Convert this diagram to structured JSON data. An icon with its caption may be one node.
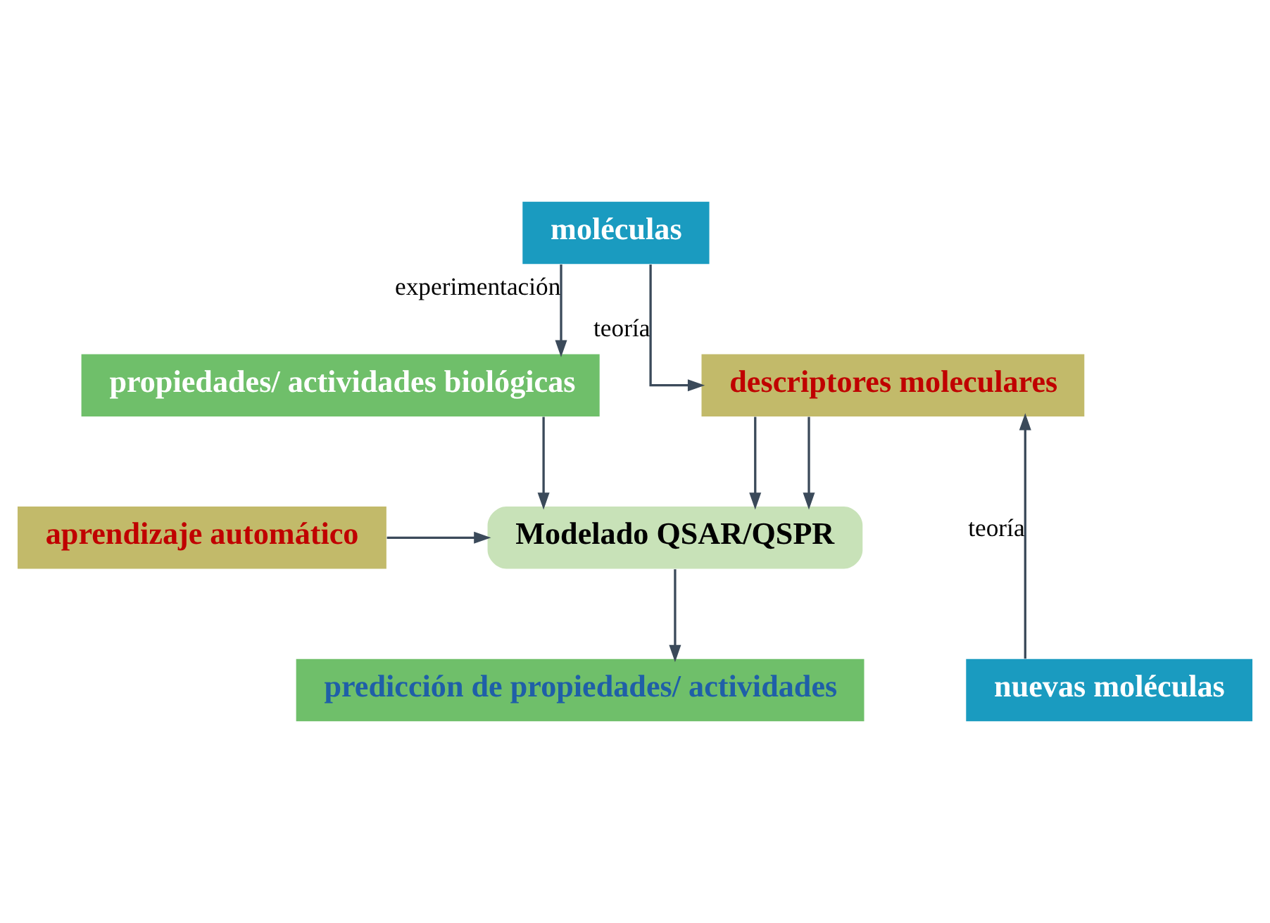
{
  "diagram": {
    "nodes": [
      {
        "text": [
          "moléculas"
        ]
      },
      {
        "text": [
          "descriptores moleculares"
        ]
      },
      {
        "text": [
          "propiedades/ actividades biológicas"
        ]
      },
      {
        "text": [
          "Modelado QSAR/QSPR"
        ]
      },
      {
        "text": [
          "aprendizaje automático"
        ]
      },
      {
        "text": [
          "nuevas moléculas"
        ]
      },
      {
        "text": [
          "predicción de propiedades/ actividades"
        ]
      }
    ],
    "edges": [
      {
        "from": 0,
        "to": 1,
        "arrow": "to",
        "label": "teoría"
      },
      {
        "from": 0,
        "to": 2,
        "arrow": "to",
        "label": "experimentación"
      },
      {
        "from": 1,
        "to": 3,
        "arrow": "to"
      },
      {
        "from": 1,
        "to": 3,
        "arrow": "to"
      },
      {
        "from": 2,
        "to": 3,
        "arrow": "to"
      },
      {
        "from": 4,
        "to": 3,
        "arrow": "to"
      },
      {
        "from": 5,
        "to": 1,
        "arrow": "to",
        "label": "teoría"
      },
      {
        "from": 3,
        "to": 6,
        "arrow": "to"
      }
    ]
  }
}
